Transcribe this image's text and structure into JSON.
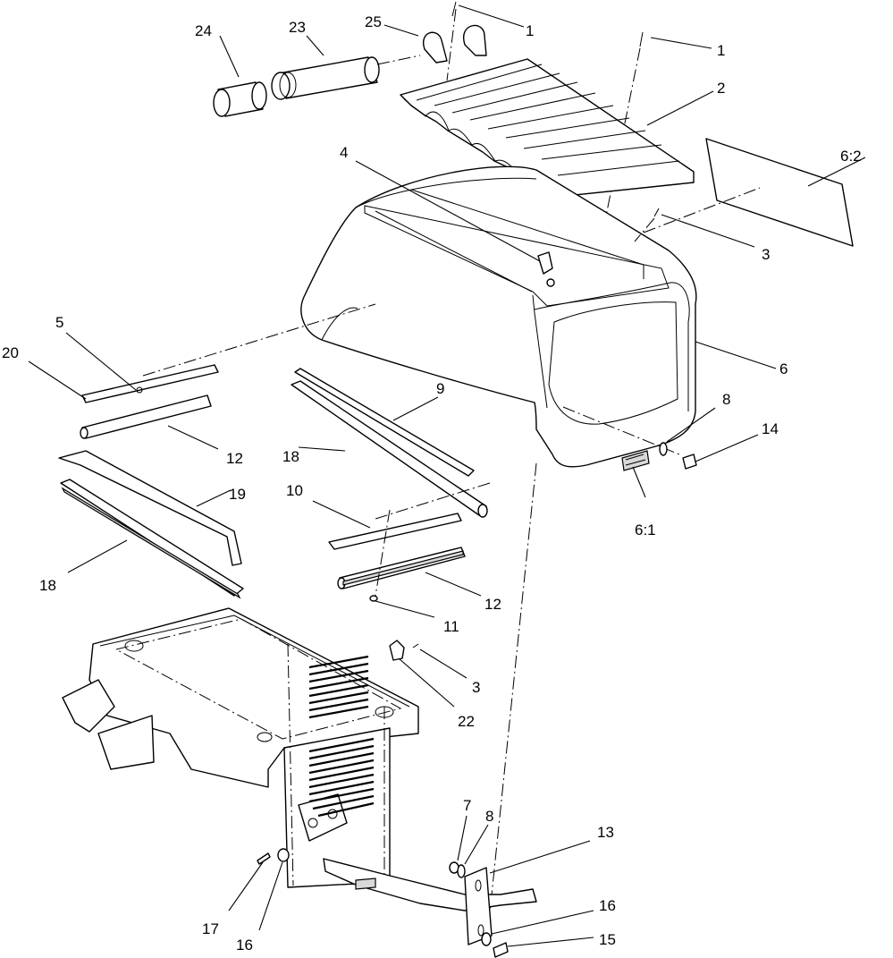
{
  "callouts": [
    {
      "id": "c24",
      "text": "24"
    },
    {
      "id": "c23",
      "text": "23"
    },
    {
      "id": "c25",
      "text": "25"
    },
    {
      "id": "c1a",
      "text": "1"
    },
    {
      "id": "c1b",
      "text": "1"
    },
    {
      "id": "c2",
      "text": "2"
    },
    {
      "id": "c62",
      "text": "6:2"
    },
    {
      "id": "c4",
      "text": "4"
    },
    {
      "id": "c3a",
      "text": "3"
    },
    {
      "id": "c5",
      "text": "5"
    },
    {
      "id": "c20",
      "text": "20"
    },
    {
      "id": "c6",
      "text": "6"
    },
    {
      "id": "c9",
      "text": "9"
    },
    {
      "id": "c8a",
      "text": "8"
    },
    {
      "id": "c14",
      "text": "14"
    },
    {
      "id": "c12a",
      "text": "12"
    },
    {
      "id": "c18a",
      "text": "18"
    },
    {
      "id": "c19",
      "text": "19"
    },
    {
      "id": "c61",
      "text": "6:1"
    },
    {
      "id": "c10",
      "text": "10"
    },
    {
      "id": "c18b",
      "text": "18"
    },
    {
      "id": "c12b",
      "text": "12"
    },
    {
      "id": "c11",
      "text": "11"
    },
    {
      "id": "c3b",
      "text": "3"
    },
    {
      "id": "c22",
      "text": "22"
    },
    {
      "id": "c7",
      "text": "7"
    },
    {
      "id": "c8b",
      "text": "8"
    },
    {
      "id": "c13",
      "text": "13"
    },
    {
      "id": "c17",
      "text": "17"
    },
    {
      "id": "c16a",
      "text": "16"
    },
    {
      "id": "c16b",
      "text": "16"
    },
    {
      "id": "c15",
      "text": "15"
    }
  ]
}
